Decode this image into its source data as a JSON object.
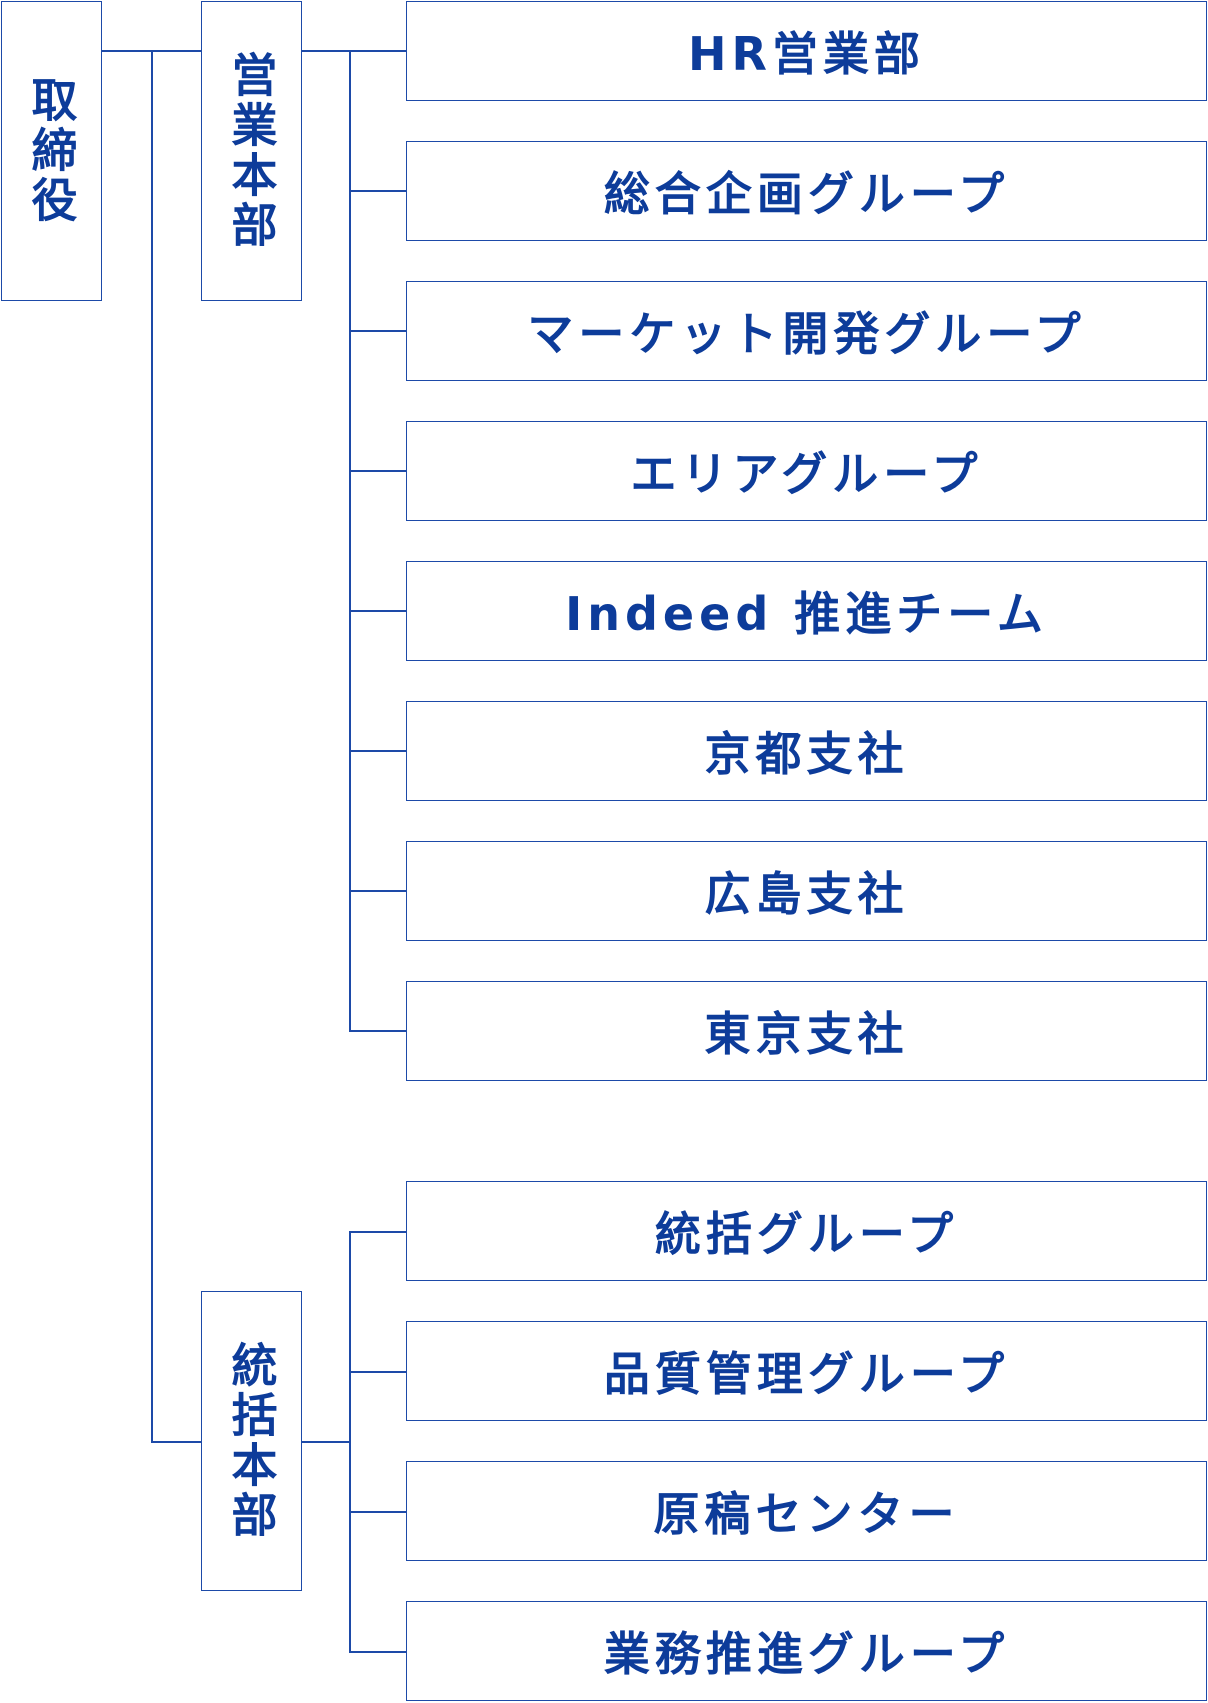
{
  "theme": {
    "line_color": "#1d4aa8",
    "text_color": "#0d3c9a",
    "background": "#ffffff"
  },
  "root": {
    "label": "取締役"
  },
  "divisions": [
    {
      "label": "営業本部",
      "units": [
        "HR営業部",
        "総合企画グループ",
        "マーケット開発グループ",
        "エリアグループ",
        "Indeed 推進チーム",
        "京都支社",
        "広島支社",
        "東京支社"
      ]
    },
    {
      "label": "統括本部",
      "units": [
        "統括グループ",
        "品質管理グループ",
        "原稿センター",
        "業務推進グループ"
      ]
    }
  ]
}
